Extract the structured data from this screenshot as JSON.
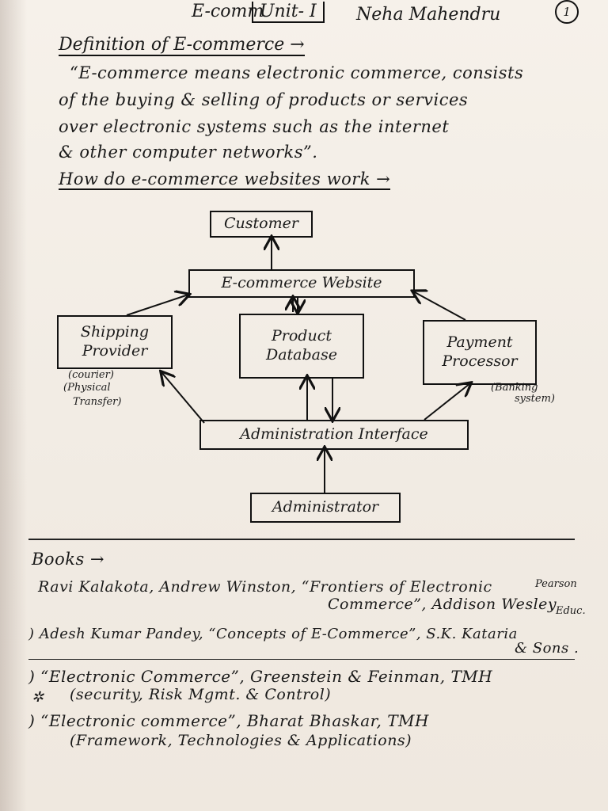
{
  "header": {
    "subject": "E-comm",
    "unit": "Unit- I",
    "author": "Neha Mahendru",
    "page_number": "1"
  },
  "definition": {
    "heading": "Definition of E-commerce →",
    "lines": [
      "“E-commerce means electronic commerce, consists",
      "of the buying & selling of products or services",
      "over electronic systems such as the internet",
      "& other computer networks”."
    ]
  },
  "how_heading": "How do e-commerce websites work →",
  "diagram": {
    "customer": "Customer",
    "website": "E-commerce Website",
    "shipping": [
      "Shipping",
      "Provider"
    ],
    "shipping_note": [
      "(courier)",
      "(Physical",
      "Transfer)"
    ],
    "product": [
      "Product",
      "Database"
    ],
    "payment": [
      "Payment",
      "Processor"
    ],
    "payment_note": [
      "(Banking",
      "system)"
    ],
    "admin_interface": "Administration Interface",
    "administrator": "Administrator"
  },
  "books": {
    "heading": "Books →",
    "entries": [
      "Ravi Kalakota, Andrew Winston, “Frontiers of Electronic",
      "Commerce”, Addison Wesley",
      ") Adesh Kumar Pandey, “Concepts of E-Commerce”, S.K. Kataria",
      "& Sons ."
    ],
    "pearson_note": [
      "Pearson",
      "Educ."
    ],
    "more": [
      ") “Electronic Commerce”, Greenstein & Feinman, TMH",
      "(security, Risk Mgmt. & Control)",
      ") “Electronic commerce”, Bharat Bhaskar, TMH",
      "(Framework, Technologies & Applications)"
    ],
    "star": "✲"
  }
}
